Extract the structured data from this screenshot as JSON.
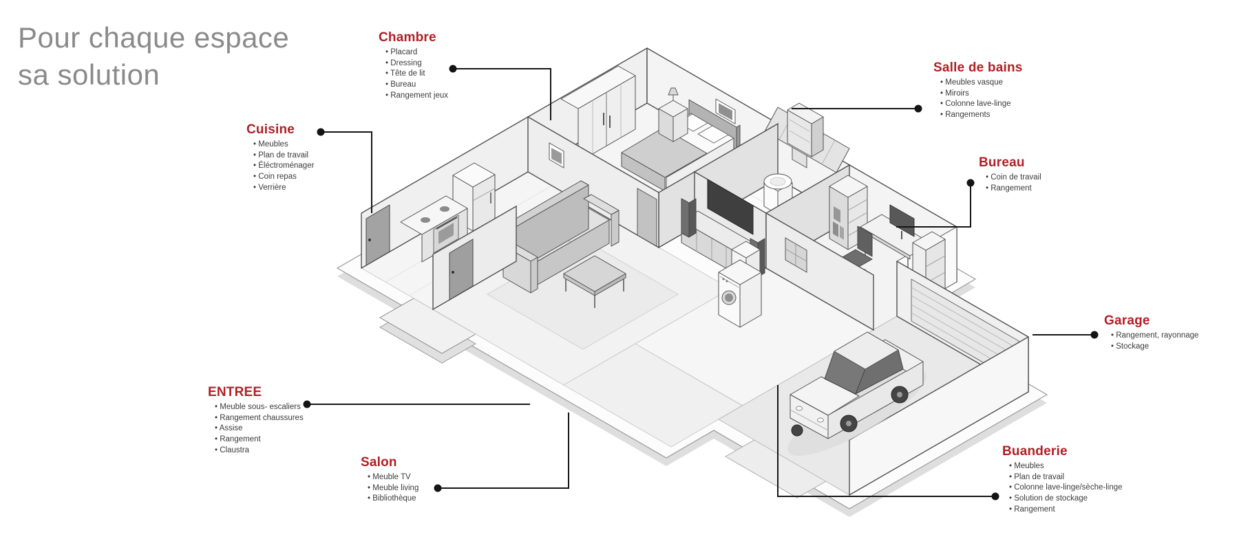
{
  "title": {
    "line1": "Pour chaque espace",
    "line2": "sa solution"
  },
  "callouts": [
    {
      "id": "chambre",
      "label": "Chambre",
      "items": [
        "Placard",
        "Dressing",
        "Tête de lit",
        "Bureau",
        "Rangement jeux"
      ]
    },
    {
      "id": "cuisine",
      "label": "Cuisine",
      "items": [
        "Meubles",
        "Plan de travail",
        "Éléctroménager",
        "Coin repas",
        "Verrière"
      ]
    },
    {
      "id": "salle-de-bains",
      "label": "Salle de bains",
      "items": [
        "Meubles vasque",
        "Miroirs",
        "Colonne lave-linge",
        "Rangements"
      ]
    },
    {
      "id": "bureau",
      "label": "Bureau",
      "items": [
        "Coin de travail",
        "Rangement"
      ]
    },
    {
      "id": "garage",
      "label": "Garage",
      "items": [
        "Rangement, rayonnage",
        "Stockage"
      ]
    },
    {
      "id": "entree",
      "label": "ENTREE",
      "items": [
        "Meuble sous- escaliers",
        "Rangement chaussures",
        "Assise",
        "Rangement",
        "Claustra"
      ]
    },
    {
      "id": "salon",
      "label": "Salon",
      "items": [
        "Meuble TV",
        "Meuble living",
        "Bibliothèque"
      ]
    },
    {
      "id": "buanderie",
      "label": "Buanderie",
      "items": [
        "Meubles",
        "Plan de travail",
        "Colonne lave-linge/sèche-linge",
        "Solution de stockage",
        "Rangement"
      ]
    }
  ],
  "colors": {
    "accent": "#b01f24",
    "title": "#8a8a8a",
    "text": "#3b3b3b",
    "connector": "#141414"
  }
}
